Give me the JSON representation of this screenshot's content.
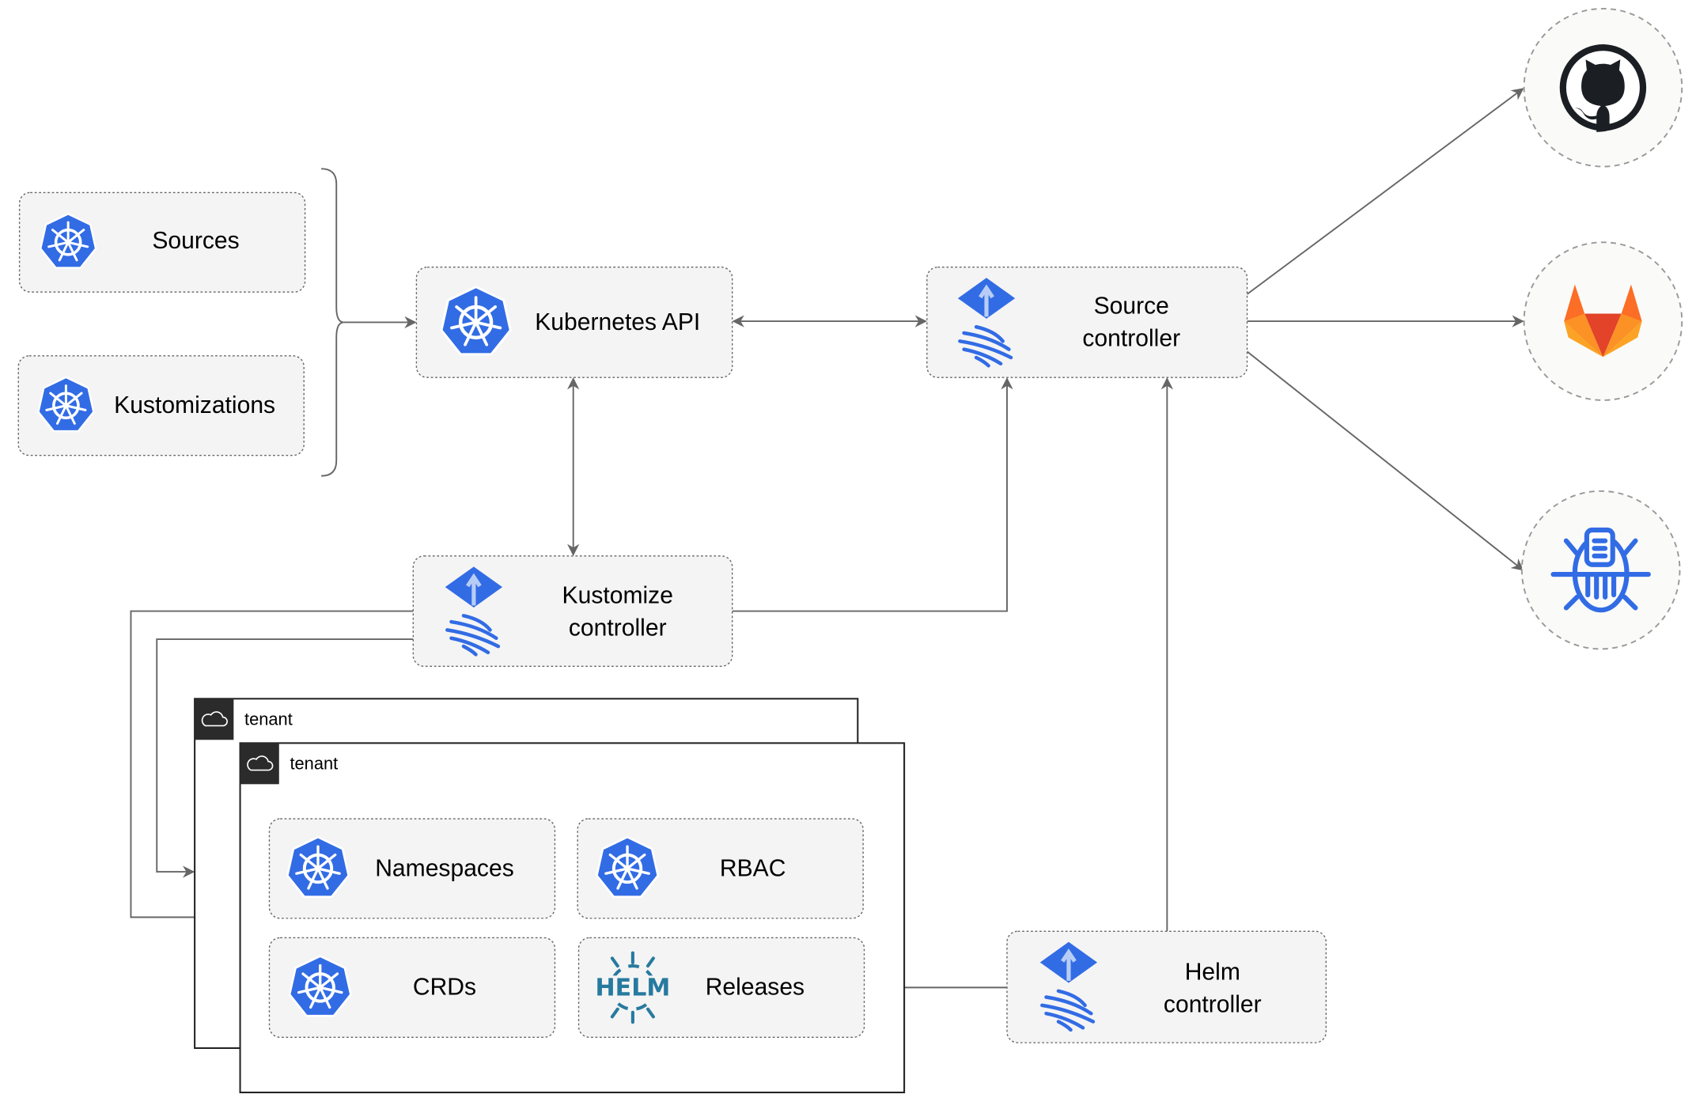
{
  "nodes": {
    "sources": "Sources",
    "kustomizations": "Kustomizations",
    "kubernetes_api": "Kubernetes API",
    "source_controller": [
      "Source",
      "controller"
    ],
    "kustomize_controller": [
      "Kustomize",
      "controller"
    ],
    "helm_controller": [
      "Helm",
      "controller"
    ],
    "namespaces": "Namespaces",
    "rbac": "RBAC",
    "crds": "CRDs",
    "releases": "Releases"
  },
  "tenants": [
    "tenant",
    "tenant"
  ],
  "helm_logo_text": "HELM",
  "external_sources": [
    "github-icon",
    "gitlab-icon",
    "bucket-icon"
  ],
  "colors": {
    "kubernetes_blue": "#326CE5",
    "flux_blue": "#326CE5",
    "gitlab_orange": "#E24329",
    "gitlab_light": "#FCA326",
    "github_dark": "#1B1F23",
    "helm_blue": "#277A9F",
    "edge": "#666666"
  }
}
